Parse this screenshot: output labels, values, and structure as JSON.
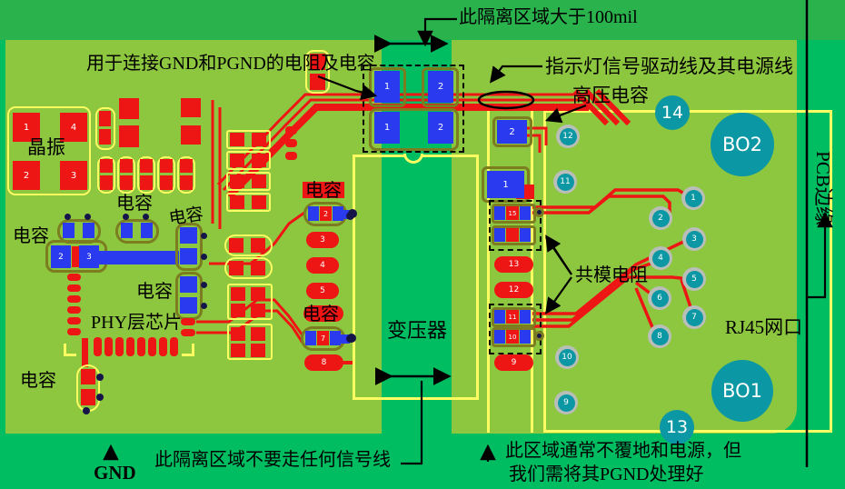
{
  "colors": {
    "board_green": "#8dc63f",
    "frame_green": "#00bd62",
    "top_band_green": "#2ab24c",
    "copper_red": "#ee1515",
    "pad_blue": "#2a3bef",
    "silk_yellow": "#fdfd62",
    "component_outline_olive": "#7c7c21",
    "hole_teal": "#0b97a3",
    "hole_ring_gray": "#b9beb9",
    "via_navy": "#15154a",
    "annotation_black": "#000000"
  },
  "annotations": {
    "top_isolation": "此隔离区域大于100mil",
    "gnd_pgnd_parts": "用于连接GND和PGND的电阻及电容",
    "led_driver_lines": "指示灯信号驱动线及其电源线",
    "hv_capacitor": "高压电容",
    "common_mode_resistors": "共模电阻",
    "pcb_edge": "PCB边缘",
    "rj45_port": "RJ45网口",
    "bottom_isolation": "此隔离区域不要走任何信号线",
    "bottom_right_line1": "此区域通常不覆地和电源，但",
    "bottom_right_line2": "我们需将其PGND处理好",
    "gnd": "GND"
  },
  "labels": {
    "crystal": "晶振",
    "capacitor": "电容",
    "phy_chip": "PHY层芯片",
    "transformer": "变压器"
  },
  "pins": {
    "crystal": [
      "1",
      "4",
      "2",
      "3"
    ],
    "transformer_top": [
      "1",
      "2"
    ],
    "transformer_bottom": [
      "1",
      "2"
    ],
    "hv_cap": [
      "2",
      "1"
    ],
    "mid_cap_upper": "2",
    "mid_ovals": [
      "3",
      "4",
      "5"
    ],
    "mid_cap_lower": "7",
    "mid_oval_bottom": "8",
    "cm_comp_numbers": [
      "15",
      "11",
      "10"
    ],
    "cm_ovals": [
      "13",
      "12",
      "9"
    ],
    "rj45_holes": [
      "1",
      "2",
      "3",
      "4",
      "5",
      "6",
      "7",
      "8",
      "9",
      "10",
      "11",
      "12"
    ],
    "rj45_big": [
      "14",
      "13"
    ],
    "bo_pads": [
      "BO2",
      "BO1"
    ]
  }
}
